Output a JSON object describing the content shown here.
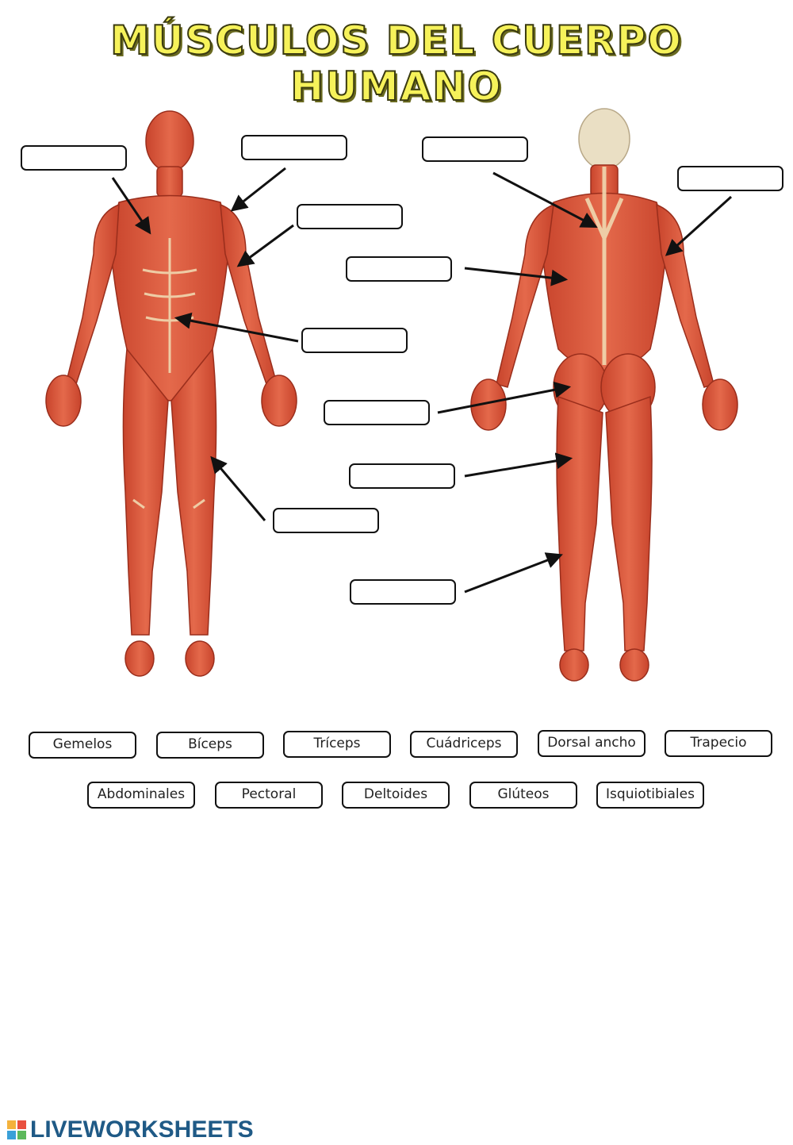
{
  "title": "MÚSCULOS DEL CUERPO HUMANO",
  "answer_boxes": [
    {
      "id": "front-1",
      "value": ""
    },
    {
      "id": "front-2",
      "value": ""
    },
    {
      "id": "front-3",
      "value": ""
    },
    {
      "id": "front-4",
      "value": ""
    },
    {
      "id": "front-5",
      "value": ""
    },
    {
      "id": "back-1",
      "value": ""
    },
    {
      "id": "back-2",
      "value": ""
    },
    {
      "id": "back-3",
      "value": ""
    },
    {
      "id": "back-4",
      "value": ""
    },
    {
      "id": "back-5",
      "value": ""
    },
    {
      "id": "back-6",
      "value": ""
    }
  ],
  "word_bank": {
    "row1": [
      "Gemelos",
      "Bíceps",
      "Tríceps",
      "Cuádriceps",
      "Dorsal ancho",
      "Trapecio"
    ],
    "row2": [
      "Abdominales",
      "Pectoral",
      "Deltoides",
      "Glúteos",
      "Isquiotibiales"
    ]
  },
  "brand": {
    "name": "LIVEWORKSHEETS",
    "color": "#1f5a86"
  },
  "colors": {
    "muscle": "#d9553a",
    "muscle_light": "#ec8a6c",
    "tendon": "#f0d8b0",
    "title_fill": "#f6f25a"
  }
}
